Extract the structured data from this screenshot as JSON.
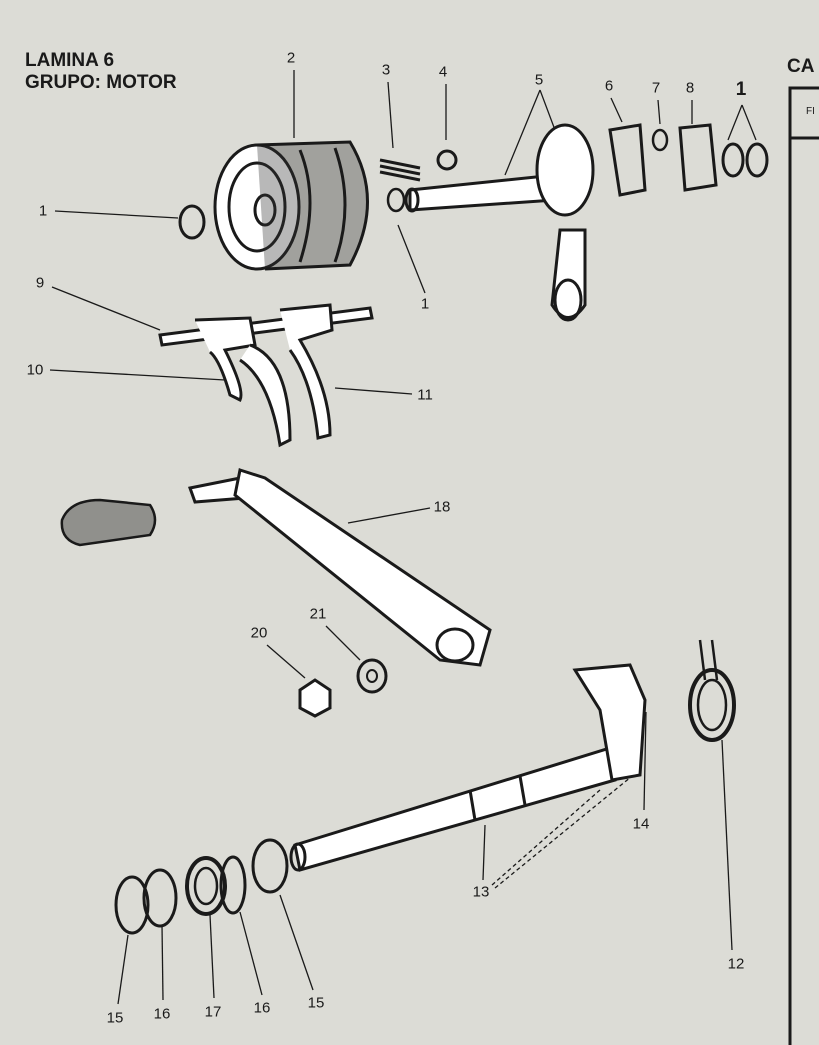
{
  "page": {
    "title_line1": "LAMINA 6",
    "title_line2": "GRUPO: MOTOR"
  },
  "side_table": {
    "heading": "CA",
    "column_header": "FI"
  },
  "callouts": [
    "2",
    "3",
    "4",
    "5",
    "6",
    "7",
    "8",
    "1",
    "1",
    "1",
    "9",
    "10",
    "11",
    "18",
    "20",
    "21",
    "14",
    "13",
    "12",
    "15",
    "16",
    "17",
    "16",
    "15"
  ],
  "colors": {
    "paper": "#dcdcd6",
    "ink": "#1a1a1a"
  }
}
